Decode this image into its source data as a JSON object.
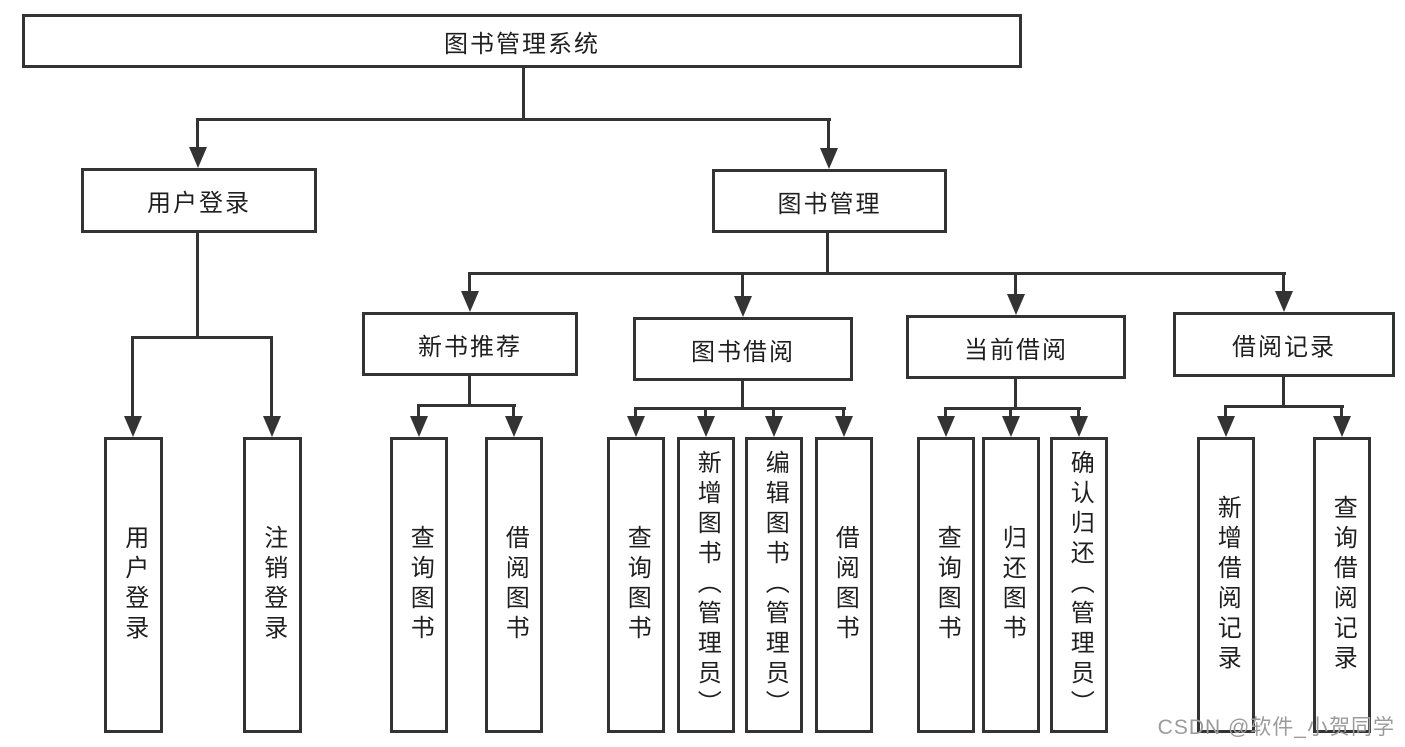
{
  "tree": {
    "root": {
      "label": "图书管理系统"
    },
    "branches": [
      {
        "label": "用户登录",
        "children": [
          {
            "label": "用户登录"
          },
          {
            "label": "注销登录"
          }
        ]
      },
      {
        "label": "图书管理",
        "children": [
          {
            "label": "新书推荐",
            "children": [
              {
                "label": "查询图书"
              },
              {
                "label": "借阅图书"
              }
            ]
          },
          {
            "label": "图书借阅",
            "children": [
              {
                "label": "查询图书"
              },
              {
                "label": "新增图书（管理员）"
              },
              {
                "label": "编辑图书（管理员）"
              },
              {
                "label": "借阅图书"
              }
            ]
          },
          {
            "label": "当前借阅",
            "children": [
              {
                "label": "查询图书"
              },
              {
                "label": "归还图书"
              },
              {
                "label": "确认归还（管理员）"
              }
            ]
          },
          {
            "label": "借阅记录",
            "children": [
              {
                "label": "新增借阅记录"
              },
              {
                "label": "查询借阅记录"
              }
            ]
          }
        ]
      }
    ]
  },
  "watermark": {
    "text": "CSDN @软件_小贺同学"
  },
  "colors": {
    "line": "#333333",
    "box_background": "#ffffff",
    "text": "#1f1f1f",
    "watermark": "#9b9b9b",
    "page_background": "#ffffff"
  }
}
